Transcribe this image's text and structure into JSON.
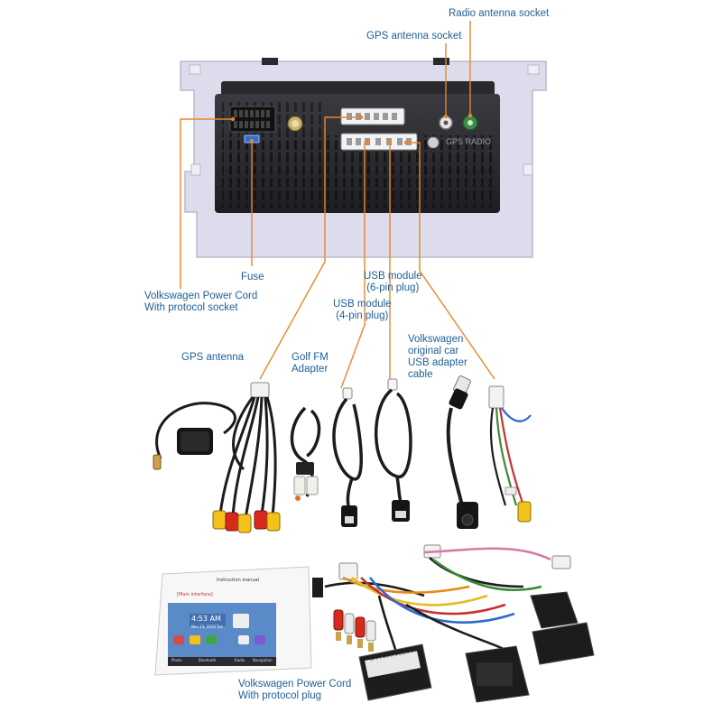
{
  "colors": {
    "callout_text": "#1f5f95",
    "leader_line": "#e8862a",
    "frame": "#d9dbee",
    "head_unit": "#2b2b2f",
    "cable": "#1c1c1c",
    "rca_yellow": "#f2c21a",
    "rca_red": "#d8291e",
    "rca_white": "#ececec"
  },
  "labels": {
    "radio_antenna_socket": "Radio antenna socket",
    "gps_antenna_socket": "GPS antenna socket",
    "fuse": "Fuse",
    "vw_power_cord_socket": [
      "Volkswagen Power Cord",
      "With protocol socket"
    ],
    "usb_module_6pin": [
      "USB module",
      "(6-pin plug)"
    ],
    "usb_module_4pin": [
      "USB module",
      "(4-pin plug)"
    ],
    "vw_usb_adapter": [
      "Volkswagen",
      "original car",
      "USB adapter",
      "cable"
    ],
    "gps_antenna": "GPS antenna",
    "golf_fm_adapter": [
      "Golf FM",
      "Adapter"
    ],
    "vw_power_cord_plug": [
      "Volkswagen Power Cord",
      "With protocol plug"
    ]
  },
  "unit_print": {
    "gps_radio": "GPS  RADIO"
  },
  "decoder_box": {
    "title": "CAN  BUS  DECODER"
  },
  "manual": {
    "title": "Instruction manual",
    "section": "[Main interface]",
    "time": "4:53 AM",
    "date": "Nov 13, 2018  Tue",
    "dock": [
      "Photo",
      "Bluetooth",
      "Radio",
      "Navigation"
    ]
  },
  "icons": [
    "gps-antenna-icon",
    "fm-adapter-icon",
    "usb-cable-icon",
    "rca-plug-icon",
    "can-bus-decoder-icon",
    "tablet-manual-icon"
  ]
}
